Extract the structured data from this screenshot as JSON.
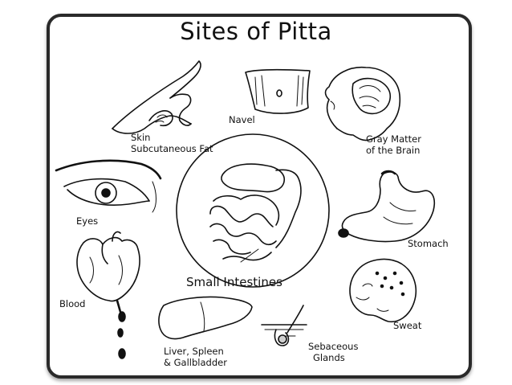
{
  "title": "Sites of Pitta",
  "labels": {
    "skin": "Skin",
    "subcutaneous_fat": "Subcutaneous Fat",
    "navel": "Navel",
    "gray_matter_line1": "Gray Matter",
    "gray_matter_line2": "of the Brain",
    "eyes": "Eyes",
    "stomach": "Stomach",
    "small_intestines": "Small Intestines",
    "blood": "Blood",
    "sweat": "Sweat",
    "liver_line1": "Liver, Spleen",
    "liver_line2": "& Gallbladder",
    "sebaceous_line1": "Sebaceous",
    "sebaceous_line2": "Glands"
  },
  "icons": {
    "hand": "hand-skin-icon",
    "navel": "navel-torso-icon",
    "brain": "head-brain-icon",
    "eye": "eye-icon",
    "intestines": "small-intestines-icon",
    "stomach": "stomach-icon",
    "blood": "heart-blood-icon",
    "sweat": "sweating-face-icon",
    "liver": "liver-icon",
    "gland": "sebaceous-gland-icon"
  },
  "colors": {
    "ink": "#111111",
    "frame": "#2a2a2a",
    "background": "#ffffff"
  }
}
